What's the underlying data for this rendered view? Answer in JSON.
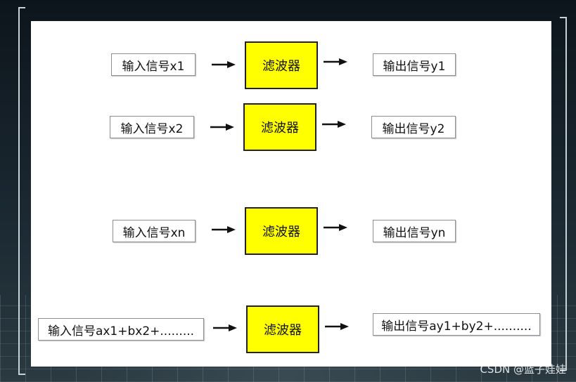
{
  "diagram": {
    "rows": [
      {
        "input": "输入信号x1",
        "filter": "滤波器",
        "output": "输出信号y1"
      },
      {
        "input": "输入信号x2",
        "filter": "滤波器",
        "output": "输出信号y2"
      },
      {
        "input": "输入信号xn",
        "filter": "滤波器",
        "output": "输出信号yn"
      },
      {
        "input": "输入信号ax1+bx2+.........",
        "filter": "滤波器",
        "output": "输出信号ay1+by2+.........."
      }
    ]
  },
  "watermark": "CSDN @蓝子娃娃"
}
